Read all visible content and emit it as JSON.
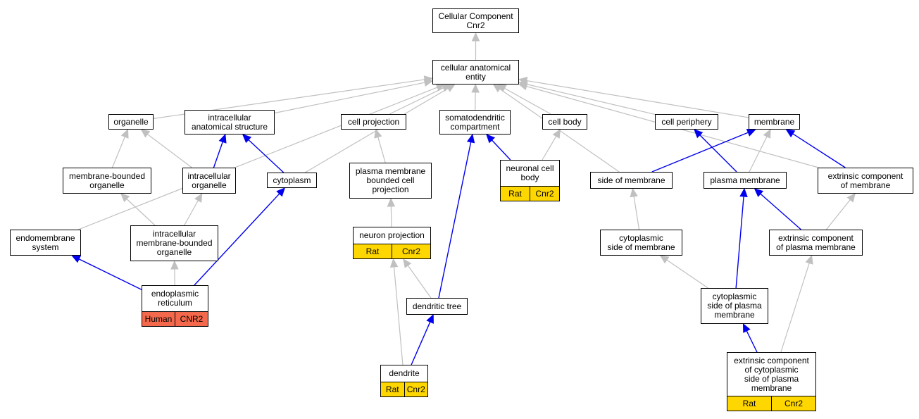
{
  "colors": {
    "line_gray": "#c0c0c0",
    "line_blue": "#0000ee",
    "rat_badge": "#ffd700",
    "human_badge": "#f4694c"
  },
  "nodes": {
    "cellular_component": {
      "lines": [
        "Cellular Component",
        "Cnr2"
      ]
    },
    "cellular_anatomical_entity": {
      "lines": [
        "cellular anatomical",
        "entity"
      ]
    },
    "organelle": {
      "lines": [
        "organelle"
      ]
    },
    "intracellular_anatomical_structure": {
      "lines": [
        "intracellular",
        "anatomical structure"
      ]
    },
    "cell_projection": {
      "lines": [
        "cell projection"
      ]
    },
    "somatodendritic_compartment": {
      "lines": [
        "somatodendritic",
        "compartment"
      ]
    },
    "cell_body": {
      "lines": [
        "cell body"
      ]
    },
    "cell_periphery": {
      "lines": [
        "cell periphery"
      ]
    },
    "membrane": {
      "lines": [
        "membrane"
      ]
    },
    "membrane_bounded_organelle": {
      "lines": [
        "membrane-bounded",
        "organelle"
      ]
    },
    "intracellular_organelle": {
      "lines": [
        "intracellular",
        "organelle"
      ]
    },
    "cytoplasm": {
      "lines": [
        "cytoplasm"
      ]
    },
    "plasma_membrane_bounded_cell_projection": {
      "lines": [
        "plasma membrane",
        "bounded cell",
        "projection"
      ]
    },
    "neuronal_cell_body": {
      "lines": [
        "neuronal cell",
        "body"
      ],
      "badges": [
        {
          "text": "Rat",
          "color": "#ffd700"
        },
        {
          "text": "Cnr2",
          "color": "#ffd700"
        }
      ]
    },
    "side_of_membrane": {
      "lines": [
        "side of membrane"
      ]
    },
    "plasma_membrane": {
      "lines": [
        "plasma membrane"
      ]
    },
    "extrinsic_component_of_membrane": {
      "lines": [
        "extrinsic component",
        "of membrane"
      ]
    },
    "endomembrane_system": {
      "lines": [
        "endomembrane",
        "system"
      ]
    },
    "intracellular_membrane_bounded_organelle": {
      "lines": [
        "intracellular",
        "membrane-bounded",
        "organelle"
      ]
    },
    "neuron_projection": {
      "lines": [
        "neuron projection"
      ],
      "badges": [
        {
          "text": "Rat",
          "color": "#ffd700"
        },
        {
          "text": "Cnr2",
          "color": "#ffd700"
        }
      ]
    },
    "cytoplasmic_side_of_membrane": {
      "lines": [
        "cytoplasmic",
        "side of membrane"
      ]
    },
    "extrinsic_component_of_plasma_membrane": {
      "lines": [
        "extrinsic component",
        "of plasma membrane"
      ]
    },
    "endoplasmic_reticulum": {
      "lines": [
        "endoplasmic",
        "reticulum"
      ],
      "badges": [
        {
          "text": "Human",
          "color": "#f4694c"
        },
        {
          "text": "CNR2",
          "color": "#f4694c"
        }
      ]
    },
    "dendritic_tree": {
      "lines": [
        "dendritic tree"
      ]
    },
    "cytoplasmic_side_of_plasma_membrane": {
      "lines": [
        "cytoplasmic",
        "side of plasma",
        "membrane"
      ]
    },
    "dendrite": {
      "lines": [
        "dendrite"
      ],
      "badges": [
        {
          "text": "Rat",
          "color": "#ffd700"
        },
        {
          "text": "Cnr2",
          "color": "#ffd700"
        }
      ]
    },
    "extrinsic_component_of_cytoplasmic_side_of_plasma_membrane": {
      "lines": [
        "extrinsic component",
        "of cytoplasmic",
        "side of plasma",
        "membrane"
      ],
      "badges": [
        {
          "text": "Rat",
          "color": "#ffd700"
        },
        {
          "text": "Cnr2",
          "color": "#ffd700"
        }
      ]
    }
  },
  "edges": [
    {
      "from": "cellular_anatomical_entity",
      "to": "cellular_component",
      "color": "gray"
    },
    {
      "from": "organelle",
      "to": "cellular_anatomical_entity",
      "color": "gray"
    },
    {
      "from": "intracellular_anatomical_structure",
      "to": "cellular_anatomical_entity",
      "color": "gray"
    },
    {
      "from": "cell_projection",
      "to": "cellular_anatomical_entity",
      "color": "gray"
    },
    {
      "from": "somatodendritic_compartment",
      "to": "cellular_anatomical_entity",
      "color": "gray"
    },
    {
      "from": "cell_body",
      "to": "cellular_anatomical_entity",
      "color": "gray"
    },
    {
      "from": "cell_periphery",
      "to": "cellular_anatomical_entity",
      "color": "gray"
    },
    {
      "from": "membrane",
      "to": "cellular_anatomical_entity",
      "color": "gray"
    },
    {
      "from": "endomembrane_system",
      "to": "cellular_anatomical_entity",
      "color": "gray"
    },
    {
      "from": "cytoplasm",
      "to": "cellular_anatomical_entity",
      "color": "gray"
    },
    {
      "from": "side_of_membrane",
      "to": "cellular_anatomical_entity",
      "color": "gray"
    },
    {
      "from": "extrinsic_component_of_membrane",
      "to": "cellular_anatomical_entity",
      "color": "gray"
    },
    {
      "from": "membrane_bounded_organelle",
      "to": "organelle",
      "color": "gray"
    },
    {
      "from": "intracellular_organelle",
      "to": "organelle",
      "color": "gray"
    },
    {
      "from": "intracellular_organelle",
      "to": "intracellular_anatomical_structure",
      "color": "blue"
    },
    {
      "from": "cytoplasm",
      "to": "intracellular_anatomical_structure",
      "color": "blue"
    },
    {
      "from": "plasma_membrane_bounded_cell_projection",
      "to": "cell_projection",
      "color": "gray"
    },
    {
      "from": "neuronal_cell_body",
      "to": "somatodendritic_compartment",
      "color": "blue"
    },
    {
      "from": "neuronal_cell_body",
      "to": "cell_body",
      "color": "gray"
    },
    {
      "from": "plasma_membrane",
      "to": "cell_periphery",
      "color": "blue"
    },
    {
      "from": "side_of_membrane",
      "to": "membrane",
      "color": "blue"
    },
    {
      "from": "plasma_membrane",
      "to": "membrane",
      "color": "gray"
    },
    {
      "from": "extrinsic_component_of_membrane",
      "to": "membrane",
      "color": "blue"
    },
    {
      "from": "intracellular_membrane_bounded_organelle",
      "to": "membrane_bounded_organelle",
      "color": "gray"
    },
    {
      "from": "intracellular_membrane_bounded_organelle",
      "to": "intracellular_organelle",
      "color": "gray"
    },
    {
      "from": "neuron_projection",
      "to": "plasma_membrane_bounded_cell_projection",
      "color": "gray"
    },
    {
      "from": "cytoplasmic_side_of_membrane",
      "to": "side_of_membrane",
      "color": "gray"
    },
    {
      "from": "extrinsic_component_of_plasma_membrane",
      "to": "plasma_membrane",
      "color": "blue"
    },
    {
      "from": "extrinsic_component_of_plasma_membrane",
      "to": "extrinsic_component_of_membrane",
      "color": "gray"
    },
    {
      "from": "endoplasmic_reticulum",
      "to": "endomembrane_system",
      "color": "blue"
    },
    {
      "from": "endoplasmic_reticulum",
      "to": "intracellular_membrane_bounded_organelle",
      "color": "gray"
    },
    {
      "from": "endoplasmic_reticulum",
      "to": "cytoplasm",
      "color": "blue"
    },
    {
      "from": "dendritic_tree",
      "to": "neuron_projection",
      "color": "gray"
    },
    {
      "from": "dendritic_tree",
      "to": "somatodendritic_compartment",
      "color": "blue"
    },
    {
      "from": "cytoplasmic_side_of_plasma_membrane",
      "to": "cytoplasmic_side_of_membrane",
      "color": "gray"
    },
    {
      "from": "cytoplasmic_side_of_plasma_membrane",
      "to": "plasma_membrane",
      "color": "blue"
    },
    {
      "from": "dendrite",
      "to": "dendritic_tree",
      "color": "blue"
    },
    {
      "from": "dendrite",
      "to": "neuron_projection",
      "color": "gray"
    },
    {
      "from": "extrinsic_component_of_cytoplasmic_side_of_plasma_membrane",
      "to": "cytoplasmic_side_of_plasma_membrane",
      "color": "blue"
    },
    {
      "from": "extrinsic_component_of_cytoplasmic_side_of_plasma_membrane",
      "to": "extrinsic_component_of_plasma_membrane",
      "color": "gray"
    }
  ]
}
